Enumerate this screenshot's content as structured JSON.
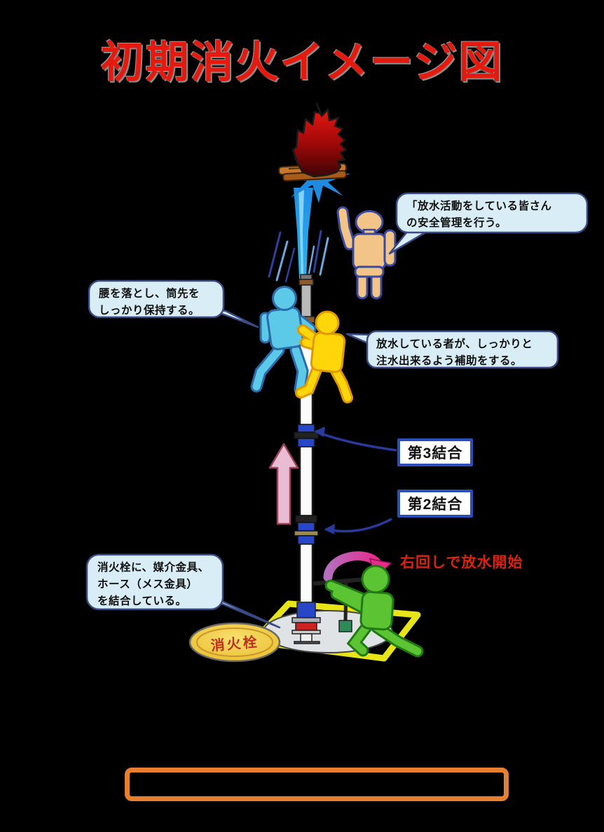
{
  "title": "初期消火イメージ図",
  "bubbles": {
    "supervisor": {
      "text": "「放水活動をしている皆さん\nの安全管理を行う。"
    },
    "nozzle_holder": {
      "text": "腰を落とし、筒先を\nしっかり保持する。"
    },
    "assistant": {
      "text": "放水している者が、しっかりと\n注水出来るよう補助をする。"
    },
    "hydrant_operator": {
      "text": "消火栓に、媒介金具、\nホース（メス金具）\nを結合している。"
    }
  },
  "labels": {
    "coupling_3": "第3結合",
    "coupling_2": "第2結合",
    "open_valve_note": "右回しで放水開始",
    "hydrant": "消火栓"
  },
  "figures": [
    {
      "name": "safety-supervisor",
      "color": "#f2c488"
    },
    {
      "name": "nozzle-holder",
      "color": "#5cc9e9"
    },
    {
      "name": "assistant",
      "color": "#ffd60a"
    },
    {
      "name": "hydrant-operator",
      "color": "#5cc433"
    }
  ],
  "colors": {
    "background": "#000000",
    "title_red": "#e6190f",
    "bubble_fill": "#d9edf6",
    "bubble_border": "#3a4a85",
    "label_border": "#2a50b8",
    "note_red": "#dd2211",
    "flame_red": "#e01510",
    "water_blue": "#2196e0",
    "hose_white": "#fbfbfb",
    "coupling_blue": "#2846c8",
    "up_arrow_pink": "#e9bcd4",
    "rotate_arrow_magenta": "#d8368e",
    "ground_marking_yellow": "#e8e418",
    "hydrant_plate_gold": "#f0c832",
    "frame_orange": "#e87f2f"
  }
}
